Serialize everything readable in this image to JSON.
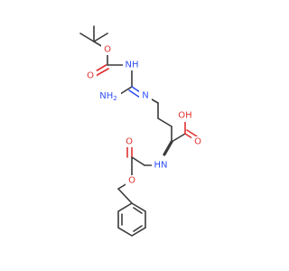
{
  "colors": {
    "bond": "#3a3a3a",
    "oxygen": "#e03030",
    "nitrogen": "#3050f8",
    "background": "#ffffff"
  },
  "atoms": {
    "boc_o_ester": "O",
    "boc_o_carbonyl": "O",
    "boc_nh": "NH",
    "guan_nh2": "NH",
    "guan_nh2_sub": "2",
    "guan_n": "N",
    "acid_oh": "OH",
    "acid_o": "O",
    "alpha_nh": "HN",
    "cbz_o_carbonyl": "O",
    "cbz_o_ester": "O"
  }
}
